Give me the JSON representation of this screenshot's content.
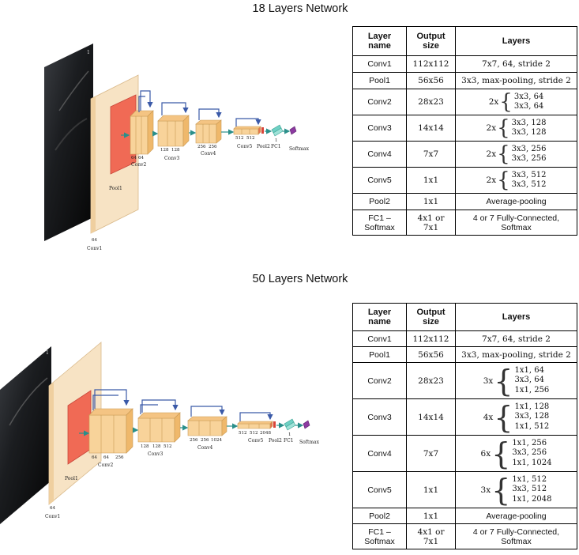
{
  "net18": {
    "title": "18 Layers Network",
    "diagram": {
      "input_marker": "1",
      "labels": {
        "conv1": "Conv1",
        "pool1": "Pool1",
        "conv2": "Conv2",
        "conv3": "Conv3",
        "conv4": "Conv4",
        "conv5": "Conv5",
        "pool2": "Pool2",
        "fc1": "FC1",
        "softmax": "Softmax"
      },
      "dims": {
        "conv1": "64",
        "conv2a": "64",
        "conv2b": "64",
        "conv3a": "128",
        "conv3b": "128",
        "conv4a": "256",
        "conv4b": "256",
        "conv5a": "512",
        "conv5b": "512",
        "fc1": "1"
      }
    },
    "table": {
      "headers": [
        "Layer name",
        "Output size",
        "Layers"
      ],
      "rows": [
        {
          "name": "Conv1",
          "size": "112x112",
          "layers": [
            "7x7, 64, stride 2"
          ]
        },
        {
          "name": "Pool1",
          "size": "56x56",
          "layers": [
            "3x3, max-pooling, stride 2"
          ]
        },
        {
          "name": "Conv2",
          "size": "28x23",
          "mult": "2x",
          "layers": [
            "3x3, 64",
            "3x3, 64"
          ]
        },
        {
          "name": "Conv3",
          "size": "14x14",
          "mult": "2x",
          "layers": [
            "3x3, 128",
            "3x3, 128"
          ]
        },
        {
          "name": "Conv4",
          "size": "7x7",
          "mult": "2x",
          "layers": [
            "3x3, 256",
            "3x3, 256"
          ]
        },
        {
          "name": "Conv5",
          "size": "1x1",
          "mult": "2x",
          "layers": [
            "3x3, 512",
            "3x3, 512"
          ]
        },
        {
          "name": "Pool2",
          "size": "1x1",
          "layers": [
            "Average-pooling"
          ]
        },
        {
          "name": "FC1 – Softmax",
          "size": "4x1 or 7x1",
          "layers": [
            "4 or 7 Fully-Connected, Softmax"
          ]
        }
      ]
    }
  },
  "net50": {
    "title": "50 Layers Network",
    "diagram": {
      "input_marker": "1",
      "labels": {
        "conv1": "Conv1",
        "pool1": "Pool1",
        "conv2": "Conv2",
        "conv3": "Conv3",
        "conv4": "Conv4",
        "conv5": "Conv5",
        "pool2": "Pool2",
        "fc1": "FC1",
        "softmax": "Softmax"
      },
      "dims": {
        "conv1": "64",
        "conv2a": "64",
        "conv2b": "64",
        "conv2c": "256",
        "conv3a": "128",
        "conv3b": "128",
        "conv3c": "512",
        "conv4a": "256",
        "conv4b": "256",
        "conv4c": "1024",
        "conv5a": "512",
        "conv5b": "512",
        "conv5c": "2048",
        "fc1": "1"
      }
    },
    "table": {
      "headers": [
        "Layer name",
        "Output size",
        "Layers"
      ],
      "rows": [
        {
          "name": "Conv1",
          "size": "112x112",
          "layers": [
            "7x7, 64, stride 2"
          ]
        },
        {
          "name": "Pool1",
          "size": "56x56",
          "layers": [
            "3x3, max-pooling, stride 2"
          ]
        },
        {
          "name": "Conv2",
          "size": "28x23",
          "mult": "3x",
          "layers": [
            "1x1, 64",
            "3x3, 64",
            "1x1, 256"
          ]
        },
        {
          "name": "Conv3",
          "size": "14x14",
          "mult": "4x",
          "layers": [
            "1x1, 128",
            "3x3, 128",
            "1x1, 512"
          ]
        },
        {
          "name": "Conv4",
          "size": "7x7",
          "mult": "6x",
          "layers": [
            "1x1, 256",
            "3x3, 256",
            "1x1, 1024"
          ]
        },
        {
          "name": "Conv5",
          "size": "1x1",
          "mult": "3x",
          "layers": [
            "1x1, 512",
            "3x3, 512",
            "1x1, 2048"
          ]
        },
        {
          "name": "Pool2",
          "size": "1x1",
          "layers": [
            "Average-pooling"
          ]
        },
        {
          "name": "FC1 – Softmax",
          "size": "4x1 or 7x1",
          "layers": [
            "4 or 7 Fully-Connected, Softmax"
          ]
        }
      ]
    }
  },
  "colors": {
    "input": "#0a0a0a",
    "conv1": "#f7e3c4",
    "pool1": "#f06a55",
    "block": "#f8d39a",
    "block_side": "#efb86b",
    "skip": "#3b5aa8",
    "arrow": "#2a8f8a",
    "fc": "#6fd0c4",
    "softmax": "#8c3aa0"
  }
}
